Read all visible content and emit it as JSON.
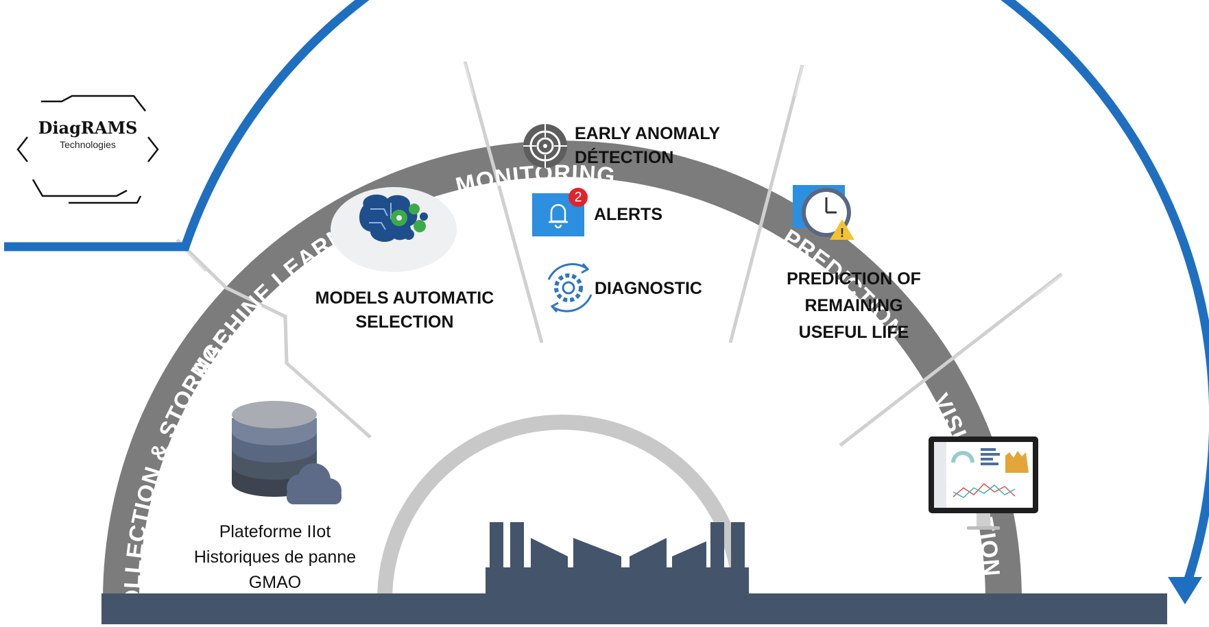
{
  "logo": {
    "title": "DiagRAMS",
    "subtitle": "Technologies"
  },
  "arc_labels": {
    "collection": "COLLECTION & STORAGE",
    "machine_learning": "MACHINE LEARNING",
    "monitoring": "MONITORING",
    "prediction": "PREDICTION",
    "visualisation": "VISUALISATION"
  },
  "sections": {
    "collection": {
      "lines": [
        "Plateforme IIot",
        "Historiques de panne",
        "GMAO"
      ]
    },
    "machine_learning": {
      "lines": [
        "MODELS AUTOMATIC",
        "SELECTION"
      ]
    },
    "monitoring": {
      "anomaly": [
        "EARLY ANOMALY",
        "DÉTECTION"
      ],
      "alerts": "ALERTS",
      "alert_badge": "2",
      "diagnostic": "DIAGNOSTIC"
    },
    "prediction": {
      "lines": [
        "PREDICTION OF",
        "REMAINING",
        "USEFUL LIFE"
      ]
    }
  },
  "colors": {
    "arrow": "#1F6FC0",
    "band": "#7C7C7C",
    "ground": "#44546A",
    "inner_ring": "#C8C8C8",
    "icon_blue": "#2C8FE0",
    "badge": "#E0242A"
  },
  "icons": [
    "database-icon",
    "cloud-icon",
    "brain-gears-icon",
    "target-icon",
    "bell-alert-icon",
    "gear-cycle-icon",
    "clock-warning-icon",
    "dashboard-monitor-icon",
    "factory-icon"
  ]
}
